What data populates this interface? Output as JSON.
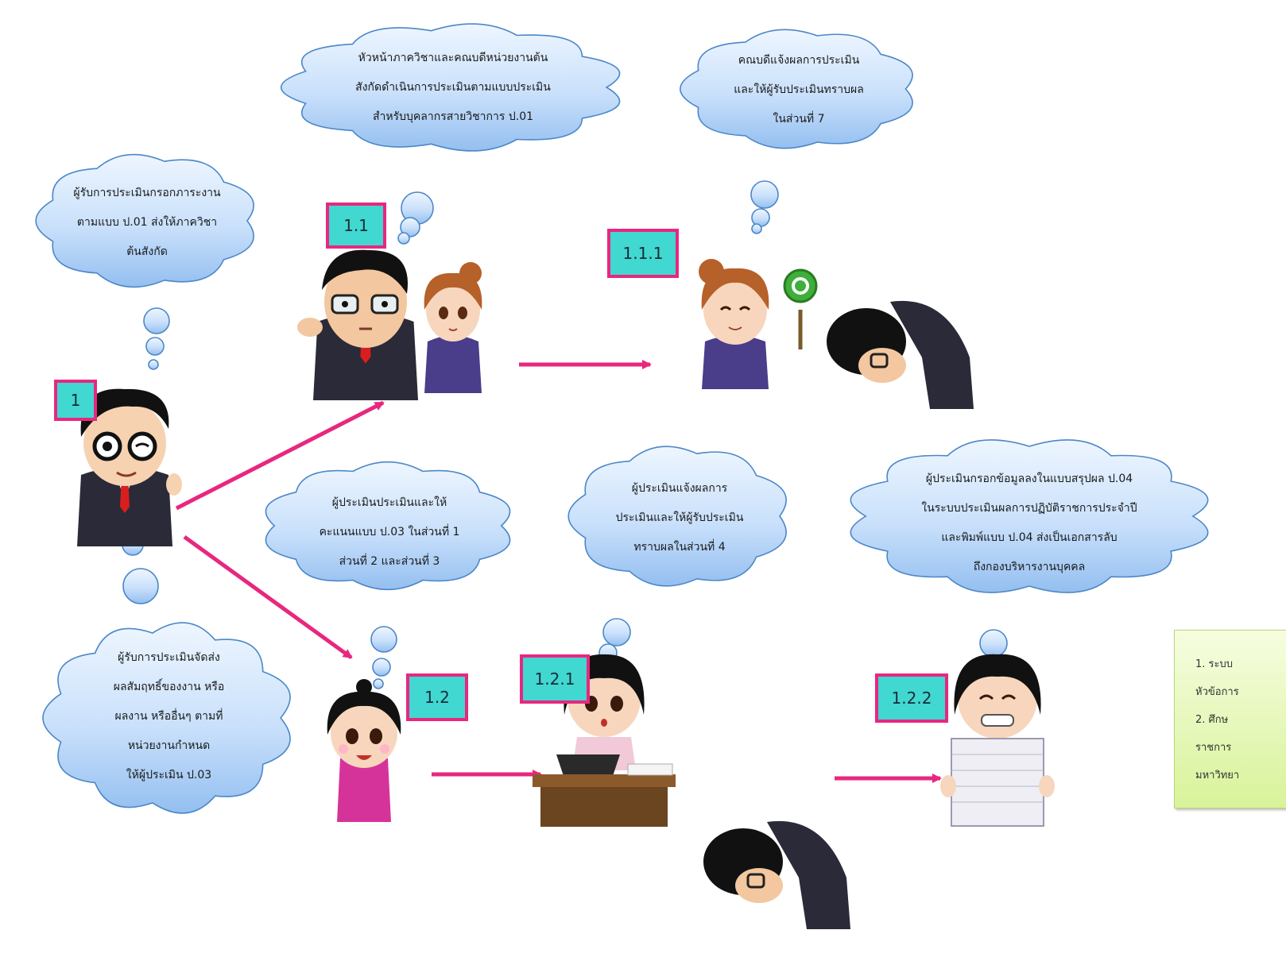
{
  "clouds": {
    "c1": [
      "ผู้รับการประเมินกรอกภาระงาน",
      "ตามแบบ ป.01 ส่งให้ภาควิชา",
      "ต้นสังกัด"
    ],
    "c1_1": [
      "หัวหน้าภาควิชาและคณบดีหน่วยงานต้น",
      "สังกัดดำเนินการประเมินตามแบบประเมิน",
      "สำหรับบุคลากรสายวิชาการ ป.01"
    ],
    "c1_1_1": [
      "คณบดีแจ้งผลการประเมิน",
      "และให้ผู้รับประเมินทราบผล",
      "ในส่วนที่ 7"
    ],
    "c1_2": [
      "ผู้ประเมินประเมินและให้",
      "คะแนนแบบ ป.03 ในส่วนที่ 1",
      "ส่วนที่ 2 และส่วนที่ 3"
    ],
    "c1_2_1": [
      "ผู้ประเมินแจ้งผลการ",
      "ประเมินและให้ผู้รับประเมิน",
      "ทราบผลในส่วนที่ 4"
    ],
    "c1_2_2": [
      "ผู้ประเมินกรอกข้อมูลลงในแบบสรุปผล ป.04",
      "ในระบบประเมินผลการปฏิบัติราชการประจำปี",
      "และพิมพ์แบบ ป.04 ส่งเป็นเอกสารลับ",
      "ถึงกองบริหารงานบุคคล"
    ],
    "c_submit": [
      "ผู้รับการประเมินจัดส่ง",
      "ผลสัมฤทธิ์ของงาน หรือ",
      "ผลงาน หรืออื่นๆ ตามที่",
      "หน่วยงานกำหนด",
      "ให้ผู้ประเมิน ป.03"
    ]
  },
  "tags": {
    "t1": "1",
    "t1_1": "1.1",
    "t1_1_1": "1.1.1",
    "t1_2": "1.2",
    "t1_2_1": "1.2.1",
    "t1_2_2": "1.2.2"
  },
  "note": {
    "lines": [
      "1. ระบบ",
      "หัวข้อการ",
      "2. ศึกษ",
      "ราชการ",
      "มหาวิทยา"
    ]
  },
  "colors": {
    "cloud_fill_top": "#e8f2ff",
    "cloud_fill_bottom": "#9cc5f2",
    "cloud_stroke": "#4b87c8",
    "arrow": "#e8277f",
    "tag_fill": "#40d8d0",
    "tag_border": "#e8277f"
  }
}
